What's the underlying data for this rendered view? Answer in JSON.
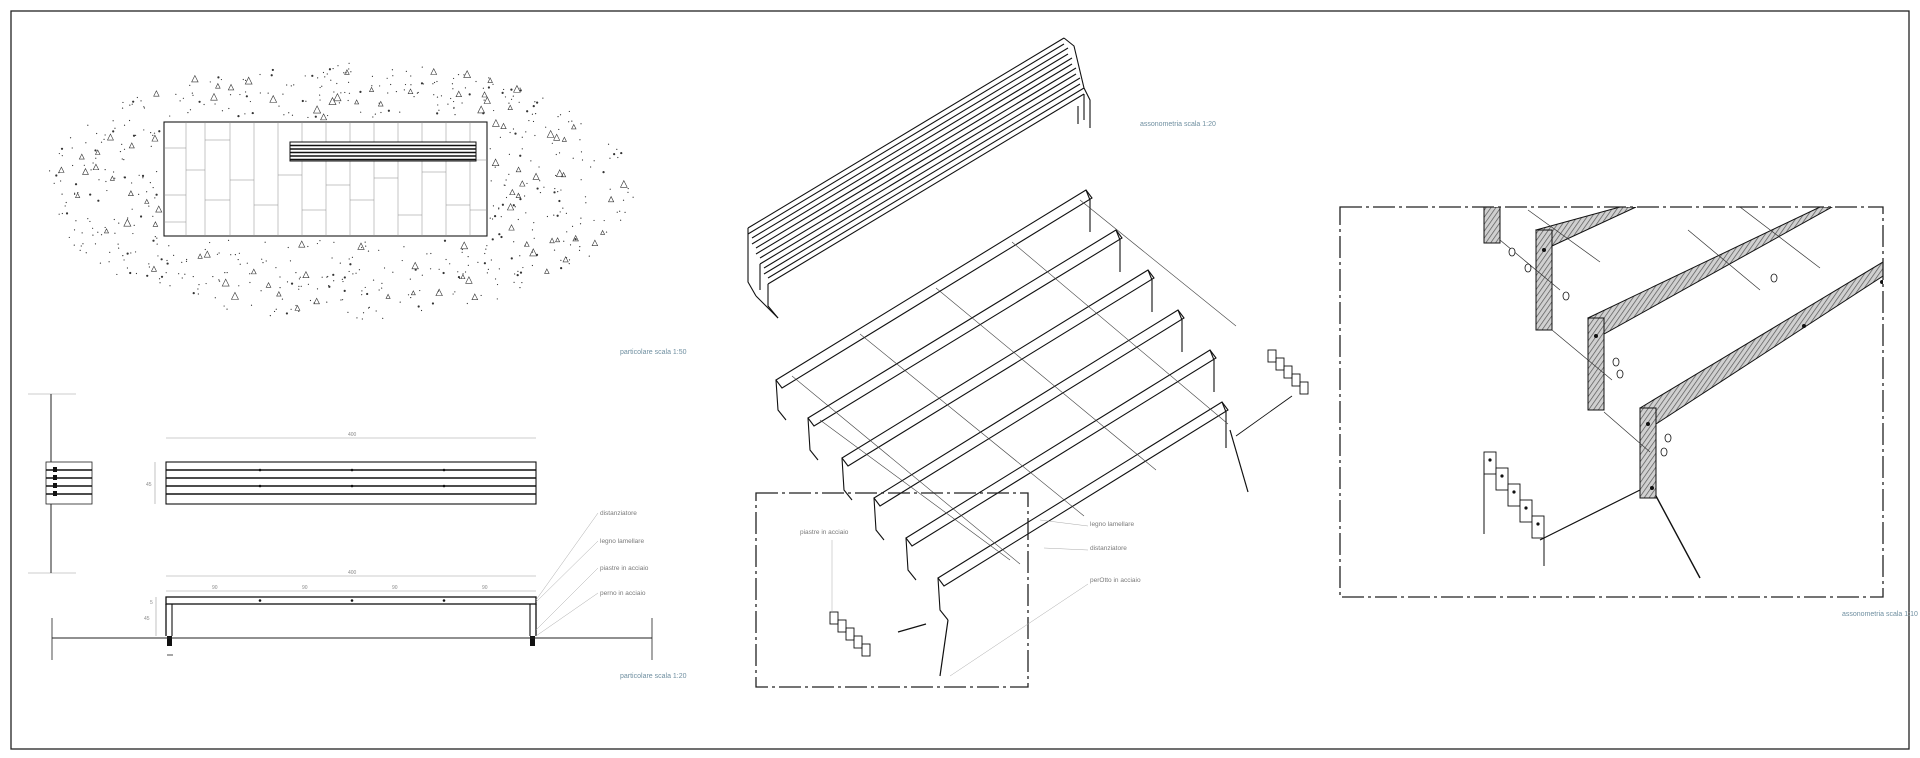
{
  "sheet": {
    "captions": {
      "plan": "particolare scala 1:50",
      "elevation": "particolare scala 1:20",
      "axo_top": "assonometria scala 1:20",
      "axo_detail": "assonometria scala 1:10"
    },
    "callouts_elevation": [
      "distanziatore",
      "legno lamellare",
      "piastre in acciaio",
      "perno in acciaio"
    ],
    "callouts_axo": {
      "left": "piastre in acciaio",
      "right": [
        "legno lamellare",
        "distanziatore",
        "perOtto in acciaio"
      ]
    },
    "dims": {
      "overall_top": "400",
      "overall_bottom": "400",
      "segments": [
        "90",
        "90",
        "90",
        "90"
      ],
      "height": "45",
      "seat": "5"
    }
  }
}
